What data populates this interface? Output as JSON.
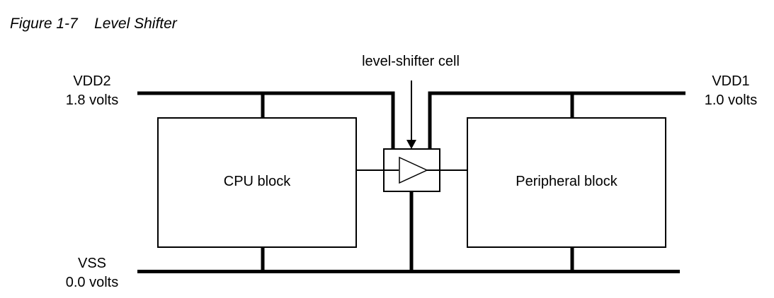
{
  "figure": {
    "number": "Figure 1-7",
    "title": "Level Shifter"
  },
  "rails": {
    "vdd2": {
      "name": "VDD2",
      "voltage": "1.8 volts"
    },
    "vdd1": {
      "name": "VDD1",
      "voltage": "1.0 volts"
    },
    "vss": {
      "name": "VSS",
      "voltage": "0.0 volts"
    }
  },
  "blocks": {
    "cpu": "CPU block",
    "peripheral": "Peripheral block"
  },
  "callout": "level-shifter cell",
  "colors": {
    "line": "#000000",
    "background": "#ffffff"
  }
}
